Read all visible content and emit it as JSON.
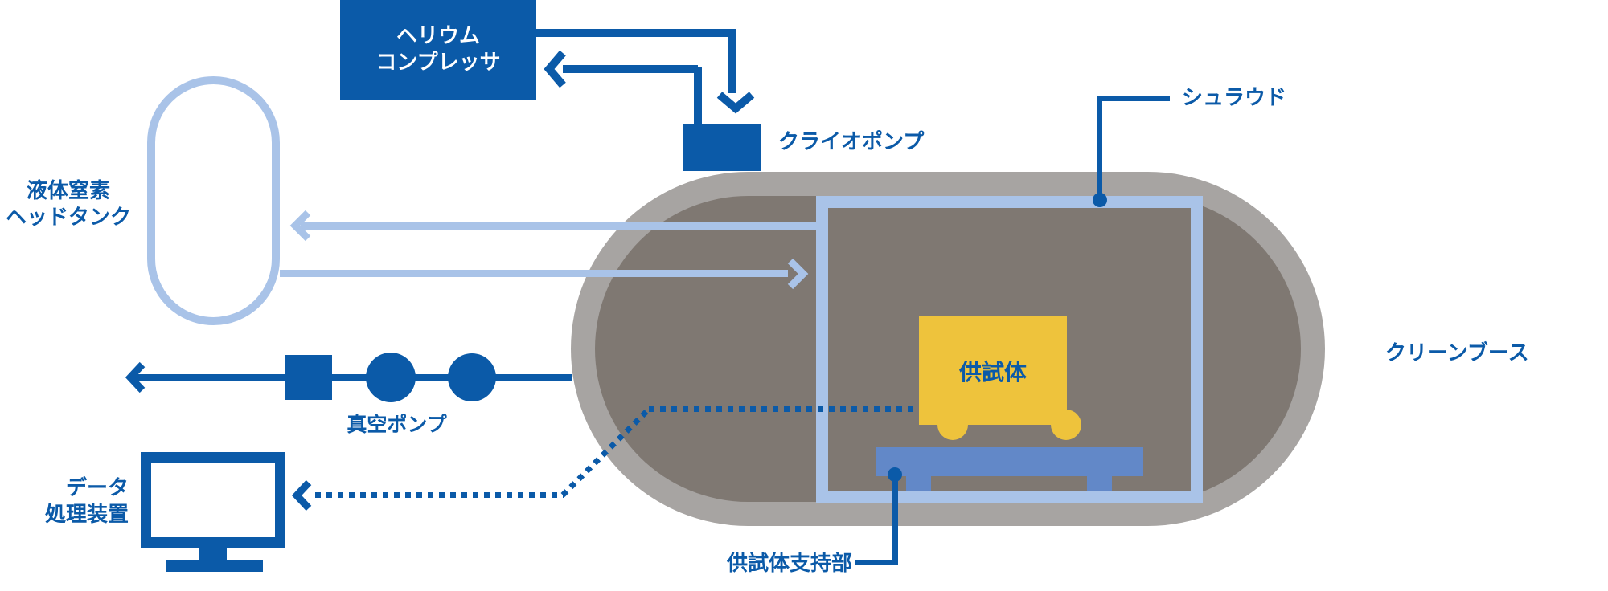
{
  "labels": {
    "helium_compressor_line1": "ヘリウム",
    "helium_compressor_line2": "コンプレッサ",
    "cryo_pump": "クライオポンプ",
    "ln2_tank_line1": "液体窒素",
    "ln2_tank_line2": "ヘッドタンク",
    "shroud": "シュラウド",
    "clean_booth": "クリーンブース",
    "specimen": "供試体",
    "specimen_support": "供試体支持部",
    "vacuum_pump": "真空ポンプ",
    "data_processor_line1": "データ",
    "data_processor_line2": "処理装置"
  },
  "colors": {
    "blue": "#0b5aa8",
    "light_blue": "#a9c3e8",
    "support_blue": "#6288c8",
    "chamber_outer": "#a7a4a2",
    "chamber_inner": "#7f7872",
    "specimen_yellow": "#eec33c",
    "bg": "#ffffff"
  }
}
